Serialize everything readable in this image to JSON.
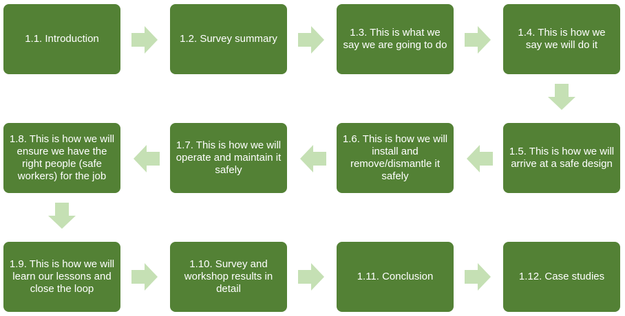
{
  "colors": {
    "box_fill": "#538135",
    "box_text": "#ffffff",
    "arrow_fill": "#c5e0b4",
    "background": "#ffffff"
  },
  "steps": [
    {
      "label": "1.1. Introduction"
    },
    {
      "label": "1.2. Survey summary"
    },
    {
      "label": "1.3. This is what we say we are going to do"
    },
    {
      "label": "1.4. This is how we say we will do it"
    },
    {
      "label": "1.5. This is how we will arrive at a safe design"
    },
    {
      "label": "1.6. This is how we will install and remove/dismantle it safely"
    },
    {
      "label": "1.7. This is how we will operate and maintain it safely"
    },
    {
      "label": "1.8. This is how we will ensure we have the right people (safe workers) for the job"
    },
    {
      "label": "1.9. This is how we will learn our lessons and close the loop"
    },
    {
      "label": "1.10. Survey and workshop results in detail"
    },
    {
      "label": "1.11. Conclusion"
    },
    {
      "label": "1.12. Case studies"
    }
  ],
  "arrow_icon": "block-arrow-icon"
}
